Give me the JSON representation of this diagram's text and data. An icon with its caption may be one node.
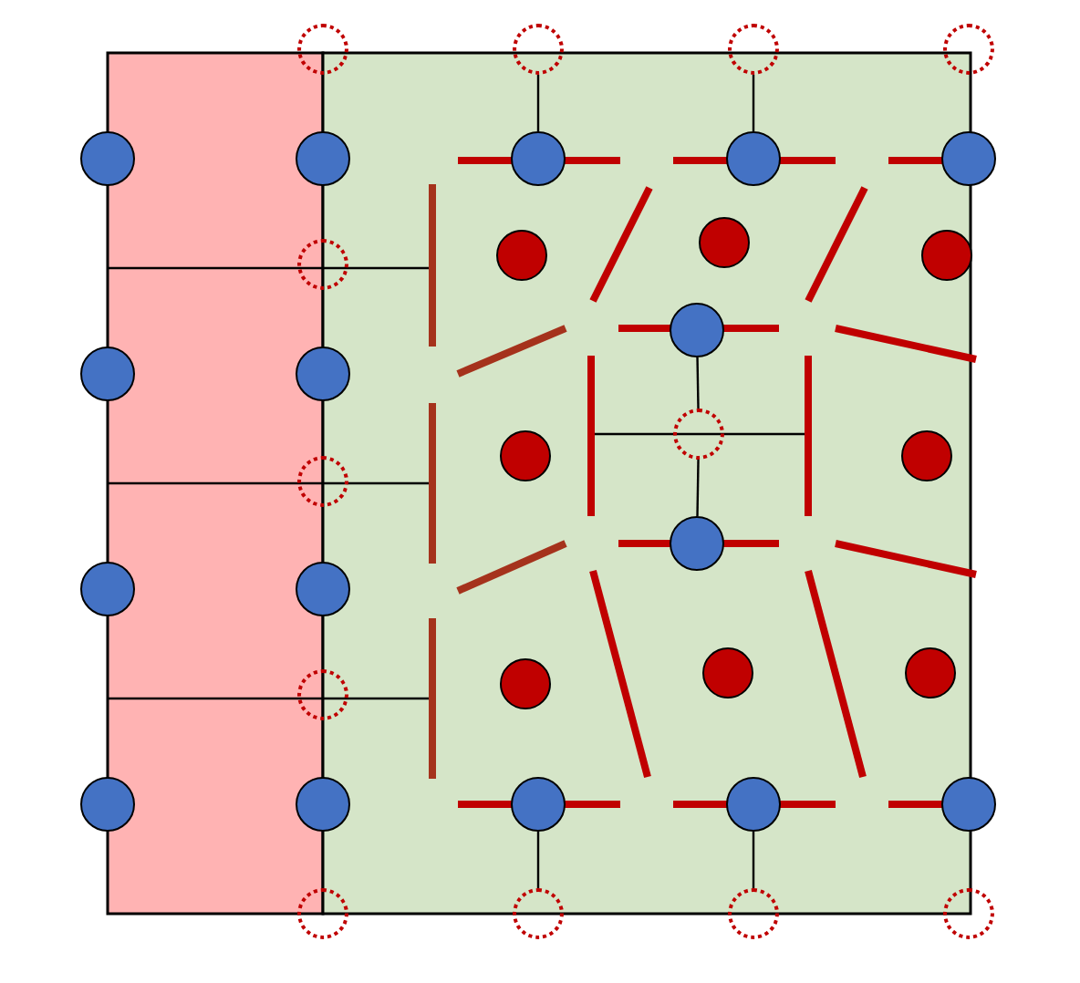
{
  "diagram": {
    "nodes": [
      {
        "text": [],
        "shape": "circle"
      },
      {
        "text": [],
        "shape": "circle"
      },
      {
        "text": [],
        "shape": "circle"
      },
      {
        "text": [],
        "shape": "circle"
      },
      {
        "text": [],
        "shape": "circle"
      },
      {
        "text": [],
        "shape": "circle"
      },
      {
        "text": [],
        "shape": "circle"
      },
      {
        "text": [],
        "shape": "circle"
      },
      {
        "text": [],
        "shape": "circle"
      },
      {
        "text": [],
        "shape": "circle"
      },
      {
        "text": [],
        "shape": "circle"
      },
      {
        "text": [],
        "shape": "circle"
      },
      {
        "text": [],
        "shape": "circle"
      },
      {
        "text": [],
        "shape": "circle"
      },
      {
        "text": [],
        "shape": "circle"
      },
      {
        "text": [],
        "shape": "circle"
      },
      {
        "text": [],
        "shape": "circle"
      },
      {
        "text": [],
        "shape": "circle"
      },
      {
        "text": [],
        "shape": "circle"
      },
      {
        "text": [],
        "shape": "circle"
      },
      {
        "text": [],
        "shape": "circle"
      },
      {
        "text": [],
        "shape": "circle"
      },
      {
        "text": [],
        "shape": "circle"
      },
      {
        "text": [],
        "shape": "circle"
      },
      {
        "text": [],
        "shape": "circle"
      },
      {
        "text": [],
        "shape": "circle"
      },
      {
        "text": [],
        "shape": "circle"
      },
      {
        "text": [],
        "shape": "circle"
      },
      {
        "text": [],
        "shape": "circle"
      },
      {
        "text": [],
        "shape": "circle"
      },
      {
        "text": [],
        "shape": "circle"
      },
      {
        "text": [],
        "shape": "circle"
      },
      {
        "text": [],
        "shape": "circle"
      },
      {
        "text": [],
        "shape": "circle"
      },
      {
        "text": [],
        "shape": "circle"
      },
      {
        "text": [],
        "shape": "circle"
      }
    ],
    "edges": [
      {
        "from": 1,
        "to": 6,
        "arrow": "none"
      },
      {
        "from": 2,
        "to": 7,
        "arrow": "none"
      },
      {
        "from": 13,
        "to": 16,
        "arrow": "none"
      },
      {
        "from": 16,
        "to": 20,
        "arrow": "none"
      },
      {
        "from": 29,
        "to": 33,
        "arrow": "none"
      },
      {
        "from": 30,
        "to": 34,
        "arrow": "none"
      }
    ]
  }
}
